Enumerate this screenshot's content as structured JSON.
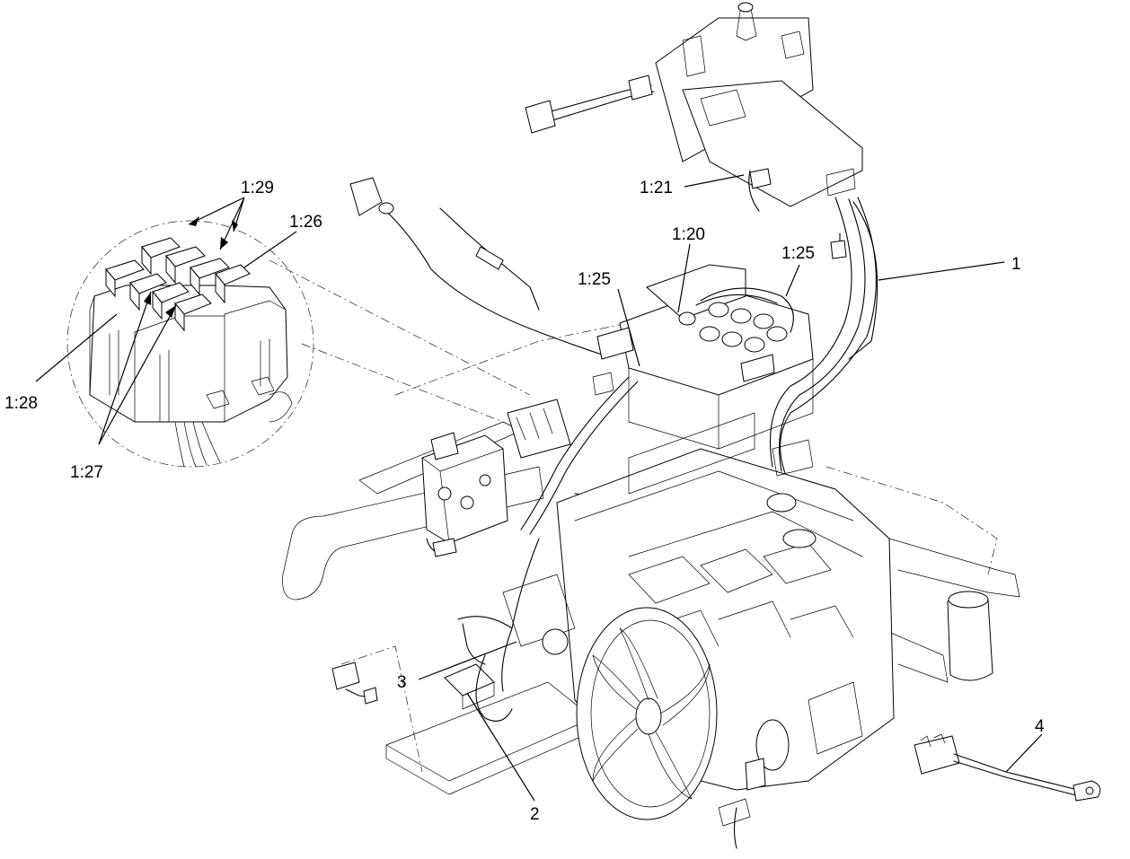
{
  "callouts": {
    "c1": "1",
    "c2": "2",
    "c3": "3",
    "c4": "4",
    "c1_20": "1:20",
    "c1_21": "1:21",
    "c1_25_left": "1:25",
    "c1_25_right": "1:25",
    "c1_26": "1:26",
    "c1_27": "1:27",
    "c1_28": "1:28",
    "c1_29": "1:29"
  }
}
